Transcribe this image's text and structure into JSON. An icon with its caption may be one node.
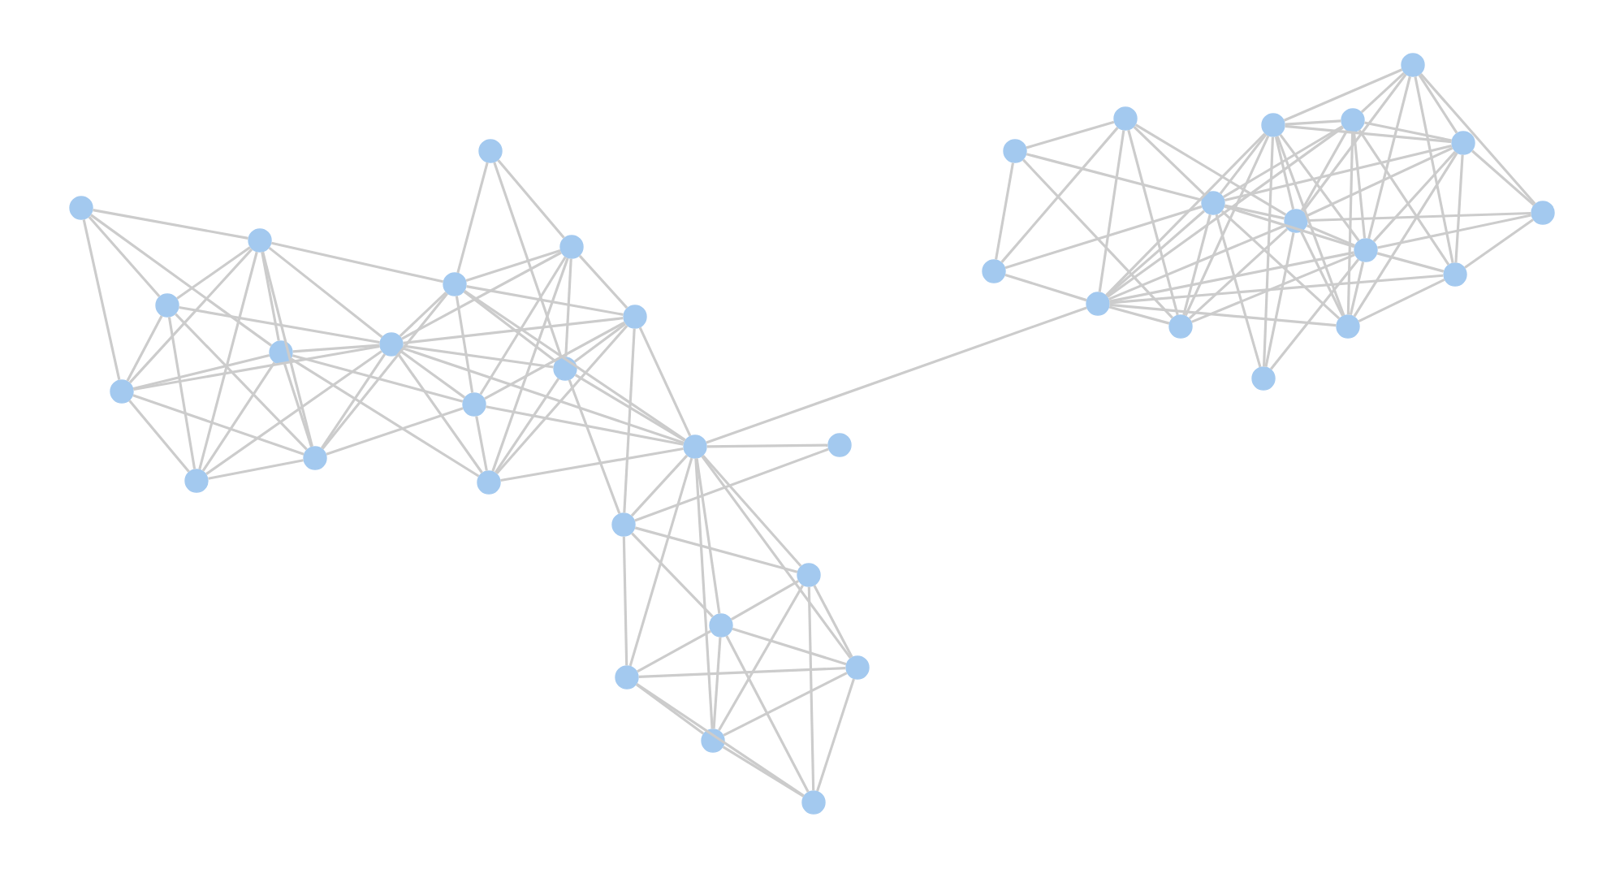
{
  "diagram": {
    "nodes": [
      {
        "text": [],
        "shape": "circle"
      },
      {
        "text": [],
        "shape": "circle"
      },
      {
        "text": [],
        "shape": "circle"
      },
      {
        "text": [],
        "shape": "circle"
      },
      {
        "text": [],
        "shape": "circle"
      },
      {
        "text": [],
        "shape": "circle"
      },
      {
        "text": [],
        "shape": "circle"
      },
      {
        "text": [],
        "shape": "circle"
      },
      {
        "text": [],
        "shape": "circle"
      },
      {
        "text": [],
        "shape": "circle"
      },
      {
        "text": [],
        "shape": "circle"
      },
      {
        "text": [],
        "shape": "circle"
      },
      {
        "text": [],
        "shape": "circle"
      },
      {
        "text": [],
        "shape": "circle"
      },
      {
        "text": [],
        "shape": "circle"
      },
      {
        "text": [],
        "shape": "circle"
      },
      {
        "text": [],
        "shape": "circle"
      },
      {
        "text": [],
        "shape": "circle"
      },
      {
        "text": [],
        "shape": "circle"
      },
      {
        "text": [],
        "shape": "circle"
      },
      {
        "text": [],
        "shape": "circle"
      },
      {
        "text": [],
        "shape": "circle"
      },
      {
        "text": [],
        "shape": "circle"
      },
      {
        "text": [],
        "shape": "circle"
      },
      {
        "text": [],
        "shape": "circle"
      },
      {
        "text": [],
        "shape": "circle"
      },
      {
        "text": [],
        "shape": "circle"
      },
      {
        "text": [],
        "shape": "circle"
      },
      {
        "text": [],
        "shape": "circle"
      },
      {
        "text": [],
        "shape": "circle"
      },
      {
        "text": [],
        "shape": "circle"
      },
      {
        "text": [],
        "shape": "circle"
      },
      {
        "text": [],
        "shape": "circle"
      },
      {
        "text": [],
        "shape": "circle"
      },
      {
        "text": [],
        "shape": "circle"
      },
      {
        "text": [],
        "shape": "circle"
      },
      {
        "text": [],
        "shape": "circle"
      },
      {
        "text": [],
        "shape": "circle"
      },
      {
        "text": [],
        "shape": "circle"
      },
      {
        "text": [],
        "shape": "circle"
      }
    ],
    "edges": [
      {
        "from": 0,
        "to": 1,
        "arrow": "none"
      },
      {
        "from": 0,
        "to": 2,
        "arrow": "none"
      },
      {
        "from": 0,
        "to": 3,
        "arrow": "none"
      },
      {
        "from": 0,
        "to": 4,
        "arrow": "none"
      },
      {
        "from": 1,
        "to": 2,
        "arrow": "none"
      },
      {
        "from": 1,
        "to": 3,
        "arrow": "none"
      },
      {
        "from": 1,
        "to": 4,
        "arrow": "none"
      },
      {
        "from": 1,
        "to": 5,
        "arrow": "none"
      },
      {
        "from": 1,
        "to": 6,
        "arrow": "none"
      },
      {
        "from": 1,
        "to": 7,
        "arrow": "none"
      },
      {
        "from": 1,
        "to": 8,
        "arrow": "none"
      },
      {
        "from": 2,
        "to": 3,
        "arrow": "none"
      },
      {
        "from": 2,
        "to": 5,
        "arrow": "none"
      },
      {
        "from": 2,
        "to": 6,
        "arrow": "none"
      },
      {
        "from": 2,
        "to": 7,
        "arrow": "none"
      },
      {
        "from": 3,
        "to": 4,
        "arrow": "none"
      },
      {
        "from": 3,
        "to": 7,
        "arrow": "none"
      },
      {
        "from": 3,
        "to": 5,
        "arrow": "none"
      },
      {
        "from": 3,
        "to": 6,
        "arrow": "none"
      },
      {
        "from": 4,
        "to": 7,
        "arrow": "none"
      },
      {
        "from": 4,
        "to": 6,
        "arrow": "none"
      },
      {
        "from": 4,
        "to": 5,
        "arrow": "none"
      },
      {
        "from": 4,
        "to": 14,
        "arrow": "none"
      },
      {
        "from": 4,
        "to": 13,
        "arrow": "none"
      },
      {
        "from": 5,
        "to": 7,
        "arrow": "none"
      },
      {
        "from": 5,
        "to": 6,
        "arrow": "none"
      },
      {
        "from": 6,
        "to": 7,
        "arrow": "none"
      },
      {
        "from": 6,
        "to": 8,
        "arrow": "none"
      },
      {
        "from": 6,
        "to": 13,
        "arrow": "none"
      },
      {
        "from": 7,
        "to": 8,
        "arrow": "none"
      },
      {
        "from": 7,
        "to": 10,
        "arrow": "none"
      },
      {
        "from": 7,
        "to": 11,
        "arrow": "none"
      },
      {
        "from": 7,
        "to": 12,
        "arrow": "none"
      },
      {
        "from": 7,
        "to": 13,
        "arrow": "none"
      },
      {
        "from": 7,
        "to": 14,
        "arrow": "none"
      },
      {
        "from": 7,
        "to": 15,
        "arrow": "none"
      },
      {
        "from": 8,
        "to": 9,
        "arrow": "none"
      },
      {
        "from": 8,
        "to": 10,
        "arrow": "none"
      },
      {
        "from": 8,
        "to": 13,
        "arrow": "none"
      },
      {
        "from": 8,
        "to": 12,
        "arrow": "none"
      },
      {
        "from": 8,
        "to": 11,
        "arrow": "none"
      },
      {
        "from": 8,
        "to": 15,
        "arrow": "none"
      },
      {
        "from": 9,
        "to": 10,
        "arrow": "none"
      },
      {
        "from": 9,
        "to": 12,
        "arrow": "none"
      },
      {
        "from": 10,
        "to": 11,
        "arrow": "none"
      },
      {
        "from": 10,
        "to": 12,
        "arrow": "none"
      },
      {
        "from": 10,
        "to": 13,
        "arrow": "none"
      },
      {
        "from": 10,
        "to": 14,
        "arrow": "none"
      },
      {
        "from": 11,
        "to": 12,
        "arrow": "none"
      },
      {
        "from": 11,
        "to": 13,
        "arrow": "none"
      },
      {
        "from": 11,
        "to": 14,
        "arrow": "none"
      },
      {
        "from": 11,
        "to": 15,
        "arrow": "none"
      },
      {
        "from": 11,
        "to": 17,
        "arrow": "none"
      },
      {
        "from": 12,
        "to": 15,
        "arrow": "none"
      },
      {
        "from": 12,
        "to": 14,
        "arrow": "none"
      },
      {
        "from": 12,
        "to": 17,
        "arrow": "none"
      },
      {
        "from": 13,
        "to": 15,
        "arrow": "none"
      },
      {
        "from": 13,
        "to": 14,
        "arrow": "none"
      },
      {
        "from": 14,
        "to": 15,
        "arrow": "none"
      },
      {
        "from": 15,
        "to": 16,
        "arrow": "none"
      },
      {
        "from": 15,
        "to": 17,
        "arrow": "none"
      },
      {
        "from": 15,
        "to": 18,
        "arrow": "none"
      },
      {
        "from": 15,
        "to": 19,
        "arrow": "none"
      },
      {
        "from": 15,
        "to": 22,
        "arrow": "none"
      },
      {
        "from": 15,
        "to": 27,
        "arrow": "none"
      },
      {
        "from": 15,
        "to": 21,
        "arrow": "none"
      },
      {
        "from": 15,
        "to": 20,
        "arrow": "none"
      },
      {
        "from": 17,
        "to": 16,
        "arrow": "none"
      },
      {
        "from": 17,
        "to": 21,
        "arrow": "none"
      },
      {
        "from": 17,
        "to": 18,
        "arrow": "none"
      },
      {
        "from": 17,
        "to": 19,
        "arrow": "none"
      },
      {
        "from": 18,
        "to": 19,
        "arrow": "none"
      },
      {
        "from": 18,
        "to": 22,
        "arrow": "none"
      },
      {
        "from": 18,
        "to": 23,
        "arrow": "none"
      },
      {
        "from": 18,
        "to": 20,
        "arrow": "none"
      },
      {
        "from": 19,
        "to": 21,
        "arrow": "none"
      },
      {
        "from": 19,
        "to": 20,
        "arrow": "none"
      },
      {
        "from": 19,
        "to": 22,
        "arrow": "none"
      },
      {
        "from": 19,
        "to": 23,
        "arrow": "none"
      },
      {
        "from": 20,
        "to": 21,
        "arrow": "none"
      },
      {
        "from": 20,
        "to": 22,
        "arrow": "none"
      },
      {
        "from": 20,
        "to": 23,
        "arrow": "none"
      },
      {
        "from": 21,
        "to": 22,
        "arrow": "none"
      },
      {
        "from": 21,
        "to": 23,
        "arrow": "none"
      },
      {
        "from": 22,
        "to": 23,
        "arrow": "none"
      },
      {
        "from": 24,
        "to": 25,
        "arrow": "none"
      },
      {
        "from": 24,
        "to": 26,
        "arrow": "none"
      },
      {
        "from": 24,
        "to": 28,
        "arrow": "none"
      },
      {
        "from": 24,
        "to": 29,
        "arrow": "none"
      },
      {
        "from": 25,
        "to": 26,
        "arrow": "none"
      },
      {
        "from": 25,
        "to": 27,
        "arrow": "none"
      },
      {
        "from": 25,
        "to": 28,
        "arrow": "none"
      },
      {
        "from": 25,
        "to": 29,
        "arrow": "none"
      },
      {
        "from": 25,
        "to": 32,
        "arrow": "none"
      },
      {
        "from": 26,
        "to": 27,
        "arrow": "none"
      },
      {
        "from": 26,
        "to": 29,
        "arrow": "none"
      },
      {
        "from": 27,
        "to": 28,
        "arrow": "none"
      },
      {
        "from": 27,
        "to": 29,
        "arrow": "none"
      },
      {
        "from": 27,
        "to": 31,
        "arrow": "none"
      },
      {
        "from": 27,
        "to": 32,
        "arrow": "none"
      },
      {
        "from": 27,
        "to": 35,
        "arrow": "none"
      },
      {
        "from": 27,
        "to": 33,
        "arrow": "none"
      },
      {
        "from": 27,
        "to": 36,
        "arrow": "none"
      },
      {
        "from": 27,
        "to": 38,
        "arrow": "none"
      },
      {
        "from": 28,
        "to": 29,
        "arrow": "none"
      },
      {
        "from": 28,
        "to": 32,
        "arrow": "none"
      },
      {
        "from": 28,
        "to": 31,
        "arrow": "none"
      },
      {
        "from": 28,
        "to": 35,
        "arrow": "none"
      },
      {
        "from": 29,
        "to": 30,
        "arrow": "none"
      },
      {
        "from": 29,
        "to": 31,
        "arrow": "none"
      },
      {
        "from": 29,
        "to": 32,
        "arrow": "none"
      },
      {
        "from": 29,
        "to": 33,
        "arrow": "none"
      },
      {
        "from": 29,
        "to": 35,
        "arrow": "none"
      },
      {
        "from": 29,
        "to": 36,
        "arrow": "none"
      },
      {
        "from": 29,
        "to": 37,
        "arrow": "none"
      },
      {
        "from": 30,
        "to": 32,
        "arrow": "none"
      },
      {
        "from": 30,
        "to": 35,
        "arrow": "none"
      },
      {
        "from": 30,
        "to": 31,
        "arrow": "none"
      },
      {
        "from": 31,
        "to": 32,
        "arrow": "none"
      },
      {
        "from": 31,
        "to": 33,
        "arrow": "none"
      },
      {
        "from": 31,
        "to": 34,
        "arrow": "none"
      },
      {
        "from": 31,
        "to": 35,
        "arrow": "none"
      },
      {
        "from": 31,
        "to": 36,
        "arrow": "none"
      },
      {
        "from": 31,
        "to": 37,
        "arrow": "none"
      },
      {
        "from": 32,
        "to": 33,
        "arrow": "none"
      },
      {
        "from": 32,
        "to": 34,
        "arrow": "none"
      },
      {
        "from": 32,
        "to": 35,
        "arrow": "none"
      },
      {
        "from": 32,
        "to": 36,
        "arrow": "none"
      },
      {
        "from": 32,
        "to": 37,
        "arrow": "none"
      },
      {
        "from": 32,
        "to": 39,
        "arrow": "none"
      },
      {
        "from": 33,
        "to": 34,
        "arrow": "none"
      },
      {
        "from": 33,
        "to": 35,
        "arrow": "none"
      },
      {
        "from": 33,
        "to": 37,
        "arrow": "none"
      },
      {
        "from": 33,
        "to": 38,
        "arrow": "none"
      },
      {
        "from": 33,
        "to": 36,
        "arrow": "none"
      },
      {
        "from": 34,
        "to": 37,
        "arrow": "none"
      },
      {
        "from": 34,
        "to": 38,
        "arrow": "none"
      },
      {
        "from": 34,
        "to": 35,
        "arrow": "none"
      },
      {
        "from": 34,
        "to": 39,
        "arrow": "none"
      },
      {
        "from": 35,
        "to": 36,
        "arrow": "none"
      },
      {
        "from": 35,
        "to": 37,
        "arrow": "none"
      },
      {
        "from": 35,
        "to": 38,
        "arrow": "none"
      },
      {
        "from": 35,
        "to": 39,
        "arrow": "none"
      },
      {
        "from": 36,
        "to": 37,
        "arrow": "none"
      },
      {
        "from": 36,
        "to": 38,
        "arrow": "none"
      },
      {
        "from": 37,
        "to": 38,
        "arrow": "none"
      },
      {
        "from": 37,
        "to": 39,
        "arrow": "none"
      },
      {
        "from": 38,
        "to": 39,
        "arrow": "none"
      }
    ]
  }
}
